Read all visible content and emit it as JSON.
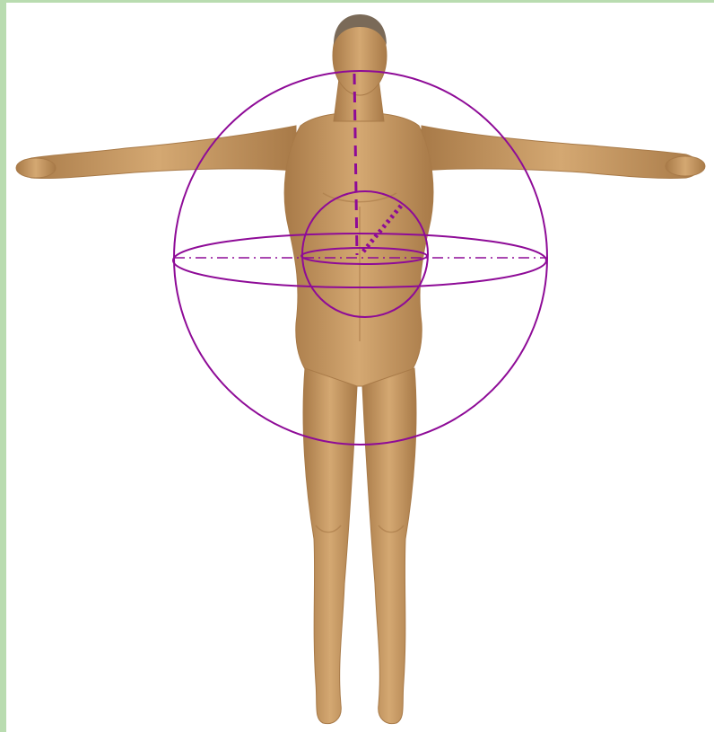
{
  "figure": {
    "frame_color": "#b9dcb0",
    "background_color": "#ffffff",
    "skin_color": "#d4a872",
    "skin_shadow_color": "#a87a48",
    "hair_color": "#7a6a58",
    "annotation_color": "#8e0b97"
  },
  "annotations": {
    "outer_sphere": "outer-sphere-circle",
    "inner_sphere": "inner-sphere-circle",
    "equator_ellipses": "equatorial-ellipse",
    "axis_lines": [
      "horizontal-dash-dot-axis",
      "vertical-dashed-radius",
      "dotted-diagonal-radius"
    ]
  }
}
